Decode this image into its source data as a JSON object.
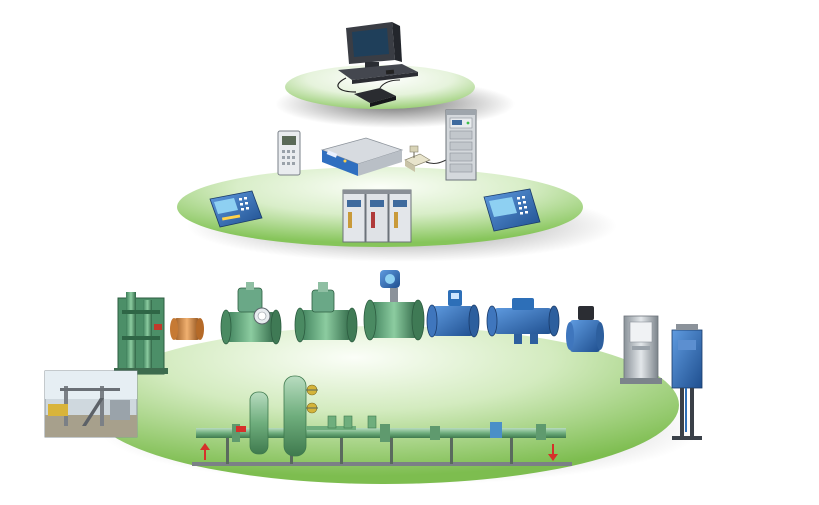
{
  "diagram": {
    "levels": [
      {
        "id": "control-room",
        "devices": [
          "workstation-computer",
          "interface-module"
        ]
      },
      {
        "id": "station-control",
        "devices": [
          "flow-computer",
          "control-panel-unit",
          "serial-adapter",
          "server-rack",
          "flow-computer-left",
          "cabinet-bank",
          "flow-computer-right"
        ]
      },
      {
        "id": "field",
        "devices": [
          "filter-separator",
          "flow-conditioner",
          "control-valve",
          "ball-valve",
          "turbine-meter",
          "transmitter",
          "ultrasonic-meter",
          "rotary-meter",
          "gas-chromatograph",
          "analyzer-cabinet",
          "metering-skid-photo",
          "pipeline-schematic"
        ]
      }
    ],
    "colors": {
      "disc_light": "#f1f9ec",
      "disc_dark": "#7fbf52",
      "pipe_green": "#6fae7d",
      "device_blue": "#2d6fb8",
      "device_grey": "#c9ced4",
      "arrow_red": "#d6302a"
    }
  }
}
